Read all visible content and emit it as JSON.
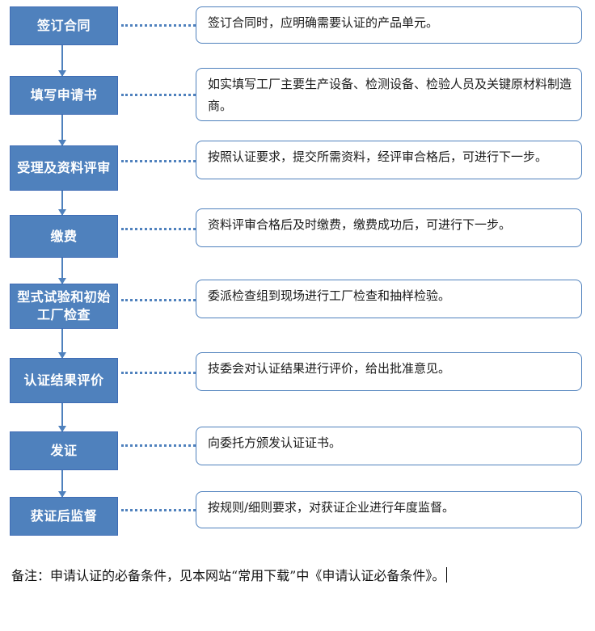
{
  "diagram": {
    "title": "",
    "accent_color": "#4f81bd",
    "box_text_color": "#ffffff",
    "steps": [
      {
        "label": "签订合同",
        "note": "签订合同时，应明确需要认证的产品单元。"
      },
      {
        "label": "填写申请书",
        "note": "如实填写工厂主要生产设备、检测设备、检验人员及关键原材料制造商。"
      },
      {
        "label": "受理及资料评审",
        "note": "按照认证要求，提交所需资料，经评审合格后，可进行下一步。"
      },
      {
        "label": "缴费",
        "note": "资料评审合格后及时缴费，缴费成功后，可进行下一步。"
      },
      {
        "label": "型式试验和初始工厂检查",
        "note": "委派检查组到现场进行工厂检查和抽样检验。"
      },
      {
        "label": "认证结果评价",
        "note": "技委会对认证结果进行评价，给出批准意见。"
      },
      {
        "label": "发证",
        "note": "向委托方颁发认证证书。"
      },
      {
        "label": "获证后监督",
        "note": "按规则/细则要求，对获证企业进行年度监督。"
      }
    ]
  },
  "footer": {
    "text": "备注：申请认证的必备条件，见本网站“常用下载”中《申请认证必备条件》。"
  }
}
